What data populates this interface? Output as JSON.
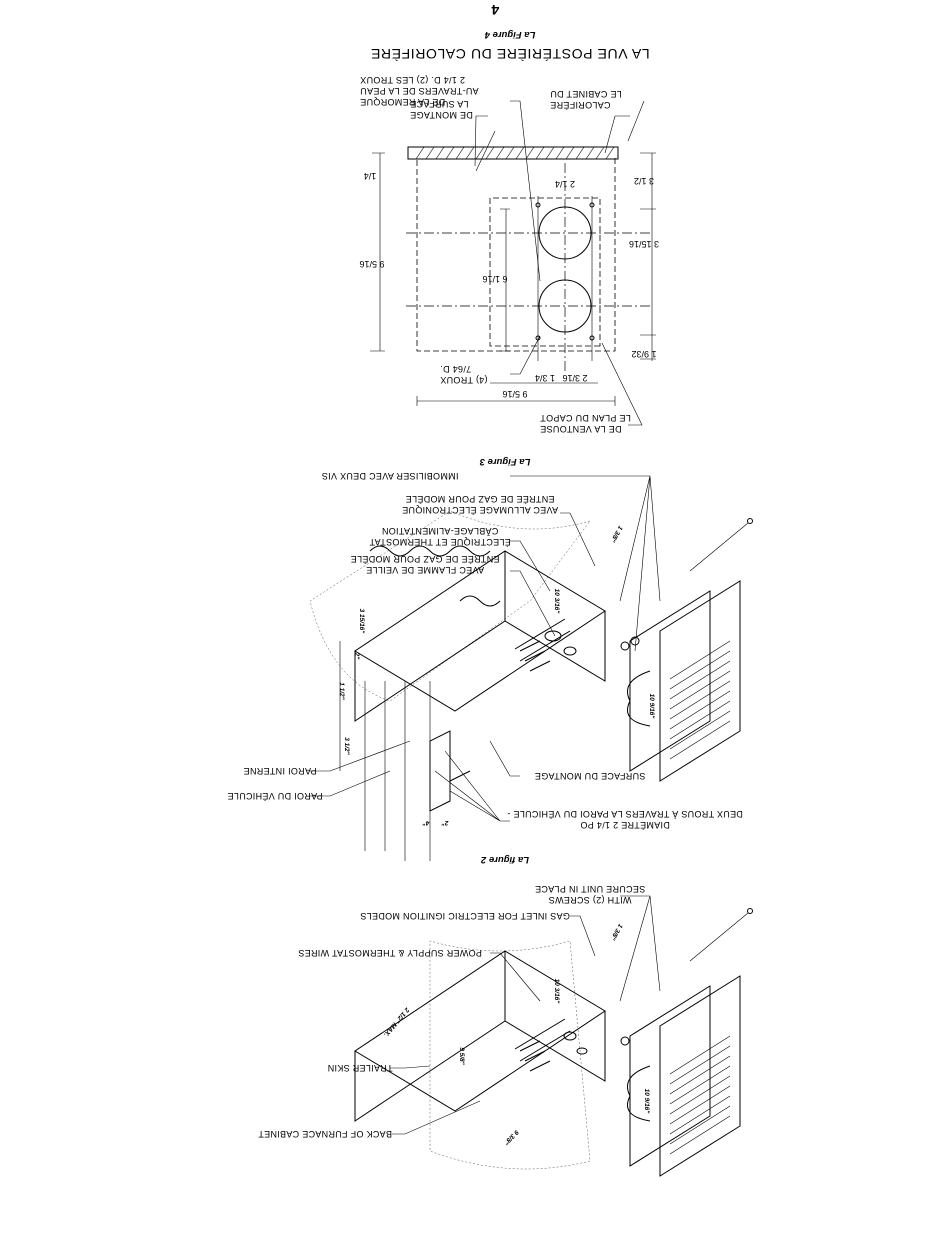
{
  "page_number": "4",
  "figure4": {
    "caption": "La Figure 4",
    "title": "LA VUE POSTÉRIÈRE DU CALORIFÈRE",
    "callout_holes_2": [
      "2 1/4 D. (2) LES TROUX",
      "AU-TRAVERS DE LA PEAU",
      "DE LA REMORQUE"
    ],
    "callout_surface": [
      "LA SURFACE",
      "DE MONTAGE"
    ],
    "callout_cabinet": [
      "LE CABINET DU",
      "CALORIFÈRE"
    ],
    "callout_holes_4": [
      "7/64 D.",
      "(4) TROUX"
    ],
    "callout_vent": [
      "LE PLAN DU CAPOT",
      "DE LA VENTOUSE"
    ],
    "dims": {
      "quarter": "1/4",
      "height": "9 5/16",
      "top_offset": "3 15/16",
      "spacing": "3 1/2",
      "bottom_offset": "1 9/32",
      "hole_span": "6 1/16",
      "width": "9 5/16",
      "w_a": "1 3/4",
      "w_b": "2 3/16",
      "w_c": "2 1/4"
    }
  },
  "figure3": {
    "caption": "La Figure 3",
    "callout_screws": "IMMOBILISER AVEC DEUX VIS",
    "callout_gas_electronic": [
      "ENTRÉE DE GAZ POUR MODÈLE",
      "AVEC ALLUMAGE ÉLECTRONIQUE"
    ],
    "callout_wiring": [
      "CÂBLAGE-ALIMENTATION",
      "ÉLECTRIQUE ET THERMOSTAT"
    ],
    "callout_gas_pilot": [
      "ENTRÉE DE GAZ POUR MODÈLE",
      "AVEC FLAMME DE VEILLE"
    ],
    "callout_inner_wall": "PAROI INTERNE",
    "callout_vehicle_wall": "PAROI DU VÉHICULE",
    "callout_mounting": "SURFACE DU MONTAGE",
    "callout_two_holes": [
      "DEUX TROUS À TRAVERS LA PAROI DU VÉHICULE -",
      "DIAMÈTRE 2 1/4 PO"
    ],
    "dims": {
      "a": "10 3/16\"",
      "b": "1 3/8\"",
      "c": "3 15/16\"",
      "d": "2\"",
      "e": "1 1/2\"",
      "f": "3 1/2\"",
      "g": "10 9/16\"",
      "h": "4\"",
      "i": "2\""
    }
  },
  "figure2": {
    "caption": "La figure 2",
    "callout_secure": [
      "SECURE UNIT IN PLACE",
      "WITH (2) SCREWS"
    ],
    "callout_gas": "GAS INLET FOR ELECTRIC IGNITION MODELS",
    "callout_power": "POWER SUPPLY & THERMOSTAT WIRES",
    "callout_trailer": "TRAILER SKIN",
    "callout_back": "BACK OF FURNACE CABINET",
    "dims": {
      "a": "10 3/16\"",
      "b": "1 3/8\"",
      "c": "2 1/2\" MAX.",
      "d": "9 5/8\"",
      "e": "10 9/16\"",
      "f": "9 3/8\""
    }
  }
}
